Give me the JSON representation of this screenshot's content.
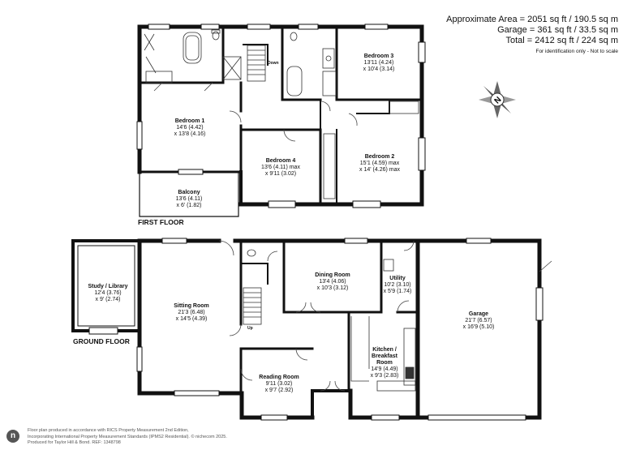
{
  "areas": {
    "approx": "Approximate Area = 2051 sq ft / 190.5 sq m",
    "garage": "Garage = 361 sq ft / 33.5 sq m",
    "total": "Total = 2412 sq ft / 224 sq m",
    "note": "For identification only - Not to scale"
  },
  "floors": {
    "first": "FIRST FLOOR",
    "ground": "GROUND FLOOR"
  },
  "rooms": {
    "bedroom3": {
      "name": "Bedroom 3",
      "dim1": "13'11 (4.24)",
      "dim2": "x 10'4 (3.14)"
    },
    "bedroom1": {
      "name": "Bedroom 1",
      "dim1": "14'6 (4.42)",
      "dim2": "x 13'8 (4.16)"
    },
    "bedroom4": {
      "name": "Bedroom 4",
      "dim1": "13'6 (4.11) max",
      "dim2": "x 9'11 (3.02)"
    },
    "bedroom2": {
      "name": "Bedroom 2",
      "dim1": "15'1 (4.59) max",
      "dim2": "x 14' (4.26) max"
    },
    "balcony": {
      "name": "Balcony",
      "dim1": "13'6 (4.11)",
      "dim2": "x 6' (1.82)"
    },
    "study": {
      "name": "Study / Library",
      "dim1": "12'4 (3.76)",
      "dim2": "x 9' (2.74)"
    },
    "sitting": {
      "name": "Sitting Room",
      "dim1": "21'3 (6.48)",
      "dim2": "x 14'5 (4.39)"
    },
    "dining": {
      "name": "Dining Room",
      "dim1": "13'4 (4.06)",
      "dim2": "x 10'3 (3.12)"
    },
    "utility": {
      "name": "Utility",
      "dim1": "10'2 (3.10)",
      "dim2": "x 5'9 (1.74)"
    },
    "garage": {
      "name": "Garage",
      "dim1": "21'7 (6.57)",
      "dim2": "x 16'9 (5.10)"
    },
    "kitchen": {
      "name1": "Kitchen /",
      "name2": "Breakfast",
      "name3": "Room",
      "dim1": "14'9 (4.49)",
      "dim2": "x 9'3 (2.83)"
    },
    "reading": {
      "name": "Reading Room",
      "dim1": "9'11 (3.02)",
      "dim2": "x 9'7 (2.92)"
    }
  },
  "stairs": {
    "down": "Down",
    "up": "Up"
  },
  "compass_letter": "N",
  "logo_letter": "n",
  "footer": {
    "line1": "Floor plan produced in accordance with RICS Property Measurement 2nd Edition,",
    "line2": "Incorporating International Property Measurement Standards (IPMS2 Residential).  © nichecom 2025.",
    "line3": "Produced for Taylor Hill & Bond.   REF: 1348798"
  },
  "colors": {
    "wall": "#111111",
    "window": "#ffffff",
    "fixture": "#333333"
  }
}
